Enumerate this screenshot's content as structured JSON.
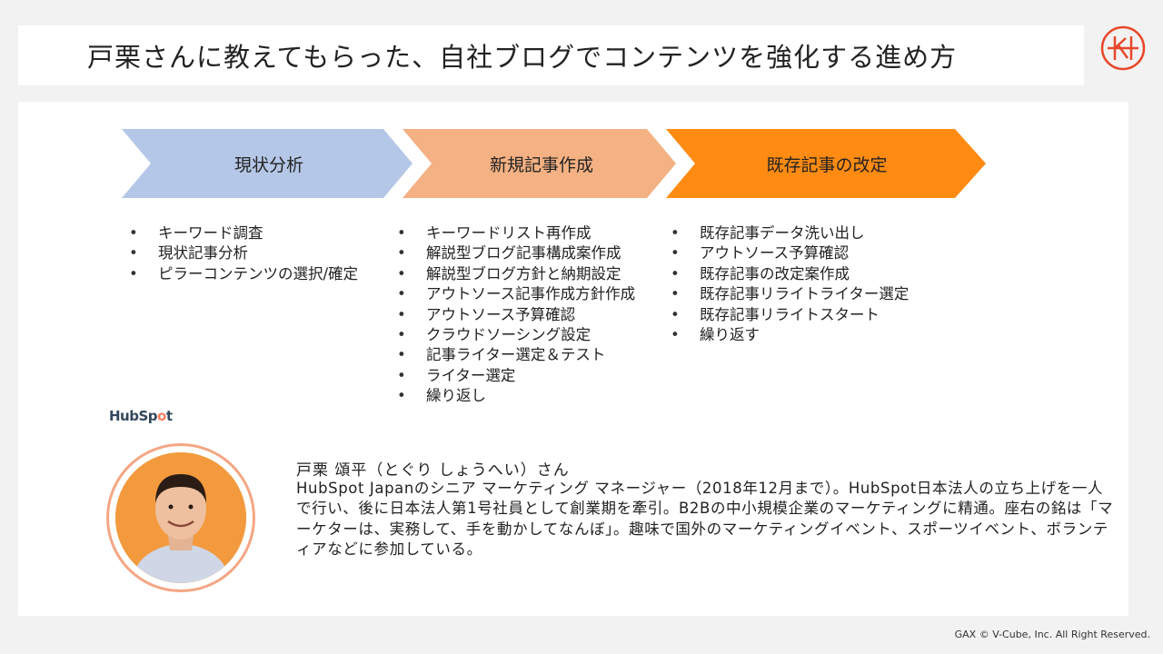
{
  "title": "戸栗さんに教えてもらった、自社ブログでコンテンツを強化する進め方",
  "steps": [
    {
      "label": "現状分析",
      "color": "#b4c7e7"
    },
    {
      "label": "新規記事作成",
      "color": "#f4b183"
    },
    {
      "label": "既存記事の改定",
      "color": "#ff8b12"
    }
  ],
  "columns": [
    [
      "キーワード調査",
      "現状記事分析",
      "ピラーコンテンツの選択/確定"
    ],
    [
      "キーワードリスト再作成",
      "解説型ブログ記事構成案作成",
      "解説型ブログ方針と納期設定",
      "アウトソース記事作成方針作成",
      "アウトソース予算確認",
      "クラウドソーシング設定",
      "記事ライター選定＆テスト",
      "ライター選定",
      "繰り返し"
    ],
    [
      "既存記事データ洗い出し",
      "アウトソース予算確認",
      "既存記事の改定案作成",
      "既存記事リライトライター選定",
      "既存記事リライトスタート",
      "繰り返す"
    ]
  ],
  "hubspot_logo": "HubSpot",
  "bio": {
    "name": "戸栗 頌平（とぐり しょうへい）さん",
    "text": "HubSpot Japanのシニア マーケティング マネージャー（2018年12月まで）。HubSpot日本法人の立ち上げを一人で行い、後に日本法人第1号社員として創業期を牽引。B2Bの中小規模企業のマーケティングに精通。座右の銘は「マーケターは、実務して、手を動かしてなんぼ」。趣味で国外のマーケティングイベント、スポーツイベント、ボランティアなどに参加している。"
  },
  "footer": "GAX © V-Cube, Inc. All Right Reserved.",
  "icons": {
    "logo": "gax-logo-icon",
    "avatar": "person-photo"
  }
}
